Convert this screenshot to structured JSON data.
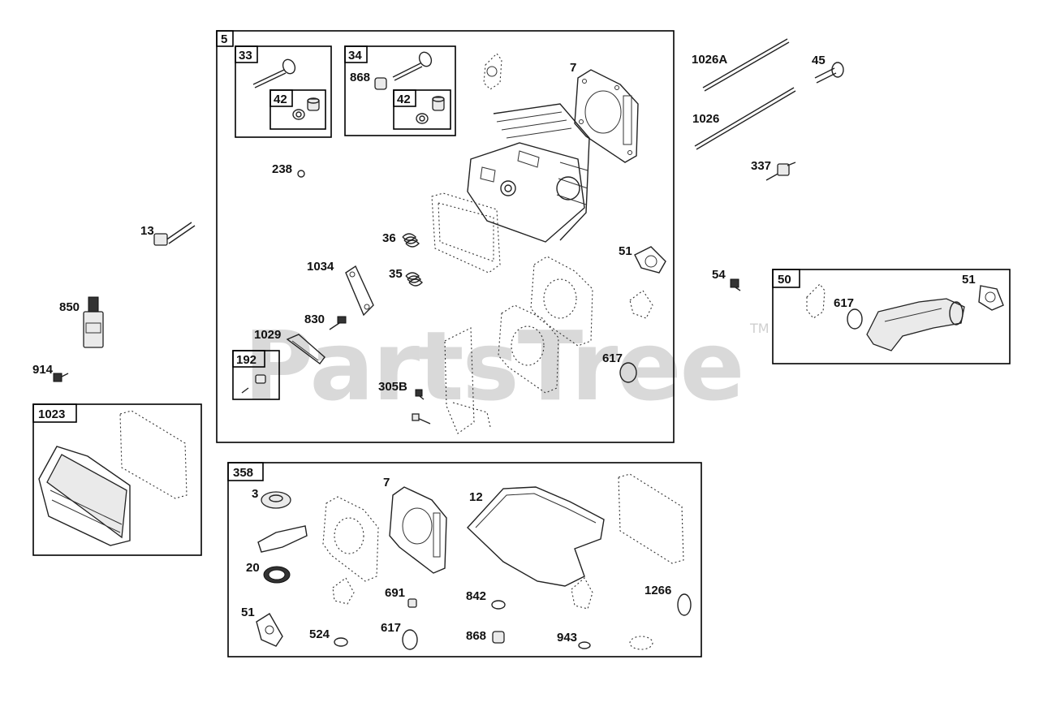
{
  "watermark": {
    "text": "PartsTree",
    "trademark": "TM"
  },
  "groups": [
    {
      "key": "g5",
      "label": "5"
    },
    {
      "key": "g33",
      "label": "33"
    },
    {
      "key": "g34",
      "label": "34"
    },
    {
      "key": "g42a",
      "label": "42"
    },
    {
      "key": "g42b",
      "label": "42"
    },
    {
      "key": "g192",
      "label": "192"
    },
    {
      "key": "g50",
      "label": "50"
    },
    {
      "key": "g1023",
      "label": "1023"
    },
    {
      "key": "g358",
      "label": "358"
    }
  ],
  "callouts": [
    {
      "key": "c868a",
      "label": "868"
    },
    {
      "key": "c7a",
      "label": "7"
    },
    {
      "key": "c238",
      "label": "238"
    },
    {
      "key": "c13",
      "label": "13"
    },
    {
      "key": "c36",
      "label": "36"
    },
    {
      "key": "c35",
      "label": "35"
    },
    {
      "key": "c1034",
      "label": "1034"
    },
    {
      "key": "c830",
      "label": "830"
    },
    {
      "key": "c1029",
      "label": "1029"
    },
    {
      "key": "c305B",
      "label": "305B"
    },
    {
      "key": "c51a",
      "label": "51"
    },
    {
      "key": "c617a",
      "label": "617"
    },
    {
      "key": "c850",
      "label": "850"
    },
    {
      "key": "c914",
      "label": "914"
    },
    {
      "key": "c1026A",
      "label": "1026A"
    },
    {
      "key": "c45",
      "label": "45"
    },
    {
      "key": "c1026",
      "label": "1026"
    },
    {
      "key": "c337",
      "label": "337"
    },
    {
      "key": "c54",
      "label": "54"
    },
    {
      "key": "c617b",
      "label": "617"
    },
    {
      "key": "c51b",
      "label": "51"
    },
    {
      "key": "c3",
      "label": "3"
    },
    {
      "key": "c7b",
      "label": "7"
    },
    {
      "key": "c12",
      "label": "12"
    },
    {
      "key": "c20",
      "label": "20"
    },
    {
      "key": "c691",
      "label": "691"
    },
    {
      "key": "c842",
      "label": "842"
    },
    {
      "key": "c1266",
      "label": "1266"
    },
    {
      "key": "c51c",
      "label": "51"
    },
    {
      "key": "c524",
      "label": "524"
    },
    {
      "key": "c617c",
      "label": "617"
    },
    {
      "key": "c868b",
      "label": "868"
    },
    {
      "key": "c943",
      "label": "943"
    }
  ]
}
